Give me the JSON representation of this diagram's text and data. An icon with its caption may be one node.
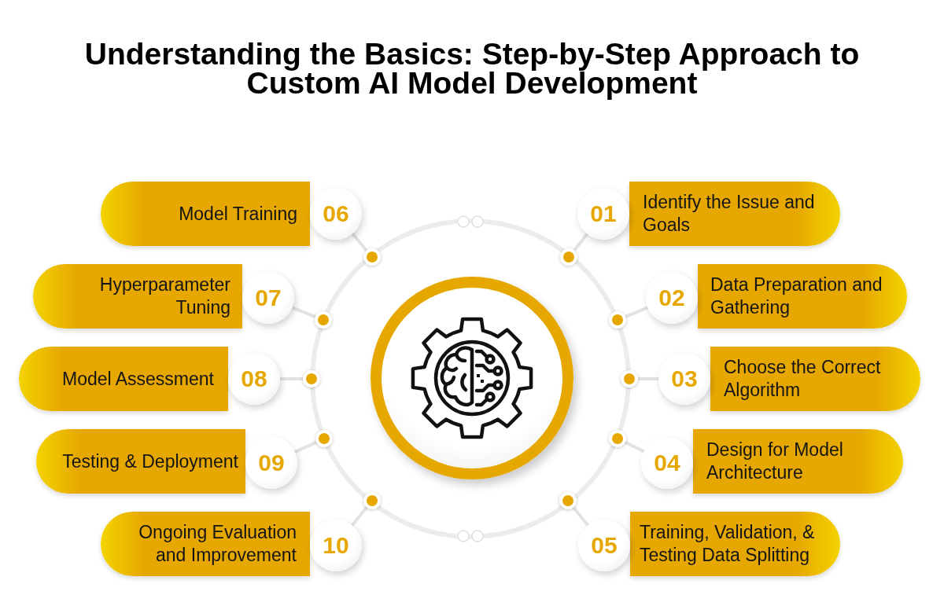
{
  "diagram": {
    "title": "Understanding the Basics: Step-by-Step Approach to Custom AI Model Development",
    "nodes": [
      {
        "text": [],
        "shape": "circle"
      },
      {
        "text": [
          "01"
        ]
      },
      {
        "text": [
          "Identify the Issue and Goals"
        ]
      },
      {
        "text": [],
        "shape": "circle"
      },
      {
        "text": [
          "02"
        ]
      },
      {
        "text": [
          "Data Preparation and Gathering"
        ]
      },
      {
        "text": [],
        "shape": "circle"
      },
      {
        "text": [
          "03"
        ]
      },
      {
        "text": [
          "Choose the Correct Algorithm"
        ]
      },
      {
        "text": [],
        "shape": "circle"
      },
      {
        "text": [
          "04"
        ]
      },
      {
        "text": [
          "Design for Model Architecture"
        ]
      },
      {
        "text": [],
        "shape": "circle"
      },
      {
        "text": [
          "05"
        ]
      },
      {
        "text": [
          "Training, Validation, & Testing Data Splitting"
        ]
      },
      {
        "text": [],
        "shape": "circle"
      },
      {
        "text": [
          "06"
        ]
      },
      {
        "text": [
          "Model Training"
        ]
      },
      {
        "text": [],
        "shape": "circle"
      },
      {
        "text": [
          "07"
        ]
      },
      {
        "text": [
          "Hyperparameter Tuning"
        ]
      },
      {
        "text": [],
        "shape": "circle"
      },
      {
        "text": [
          "08"
        ]
      },
      {
        "text": [
          "Model Assessment"
        ]
      },
      {
        "text": [],
        "shape": "circle"
      },
      {
        "text": [
          "09"
        ]
      },
      {
        "text": [
          "Testing & Deployment"
        ]
      },
      {
        "text": [],
        "shape": "circle"
      },
      {
        "text": [
          "10"
        ]
      },
      {
        "text": [
          "Ongoing Evaluation and Improvement"
        ]
      },
      {
        "text": [],
        "shape": "circle"
      }
    ],
    "edges": [
      {
        "from": 3,
        "to": 1,
        "arrow": "none"
      },
      {
        "from": 6,
        "to": 4,
        "arrow": "none"
      },
      {
        "from": 9,
        "to": 7,
        "arrow": "none"
      },
      {
        "from": 12,
        "to": 10,
        "arrow": "none"
      },
      {
        "from": 15,
        "to": 13,
        "arrow": "none"
      },
      {
        "from": 18,
        "to": 16,
        "arrow": "none"
      },
      {
        "from": 21,
        "to": 19,
        "arrow": "none"
      },
      {
        "from": 24,
        "to": 22,
        "arrow": "none"
      },
      {
        "from": 27,
        "to": 25,
        "arrow": "none"
      },
      {
        "from": 30,
        "to": 28,
        "arrow": "none"
      }
    ]
  }
}
